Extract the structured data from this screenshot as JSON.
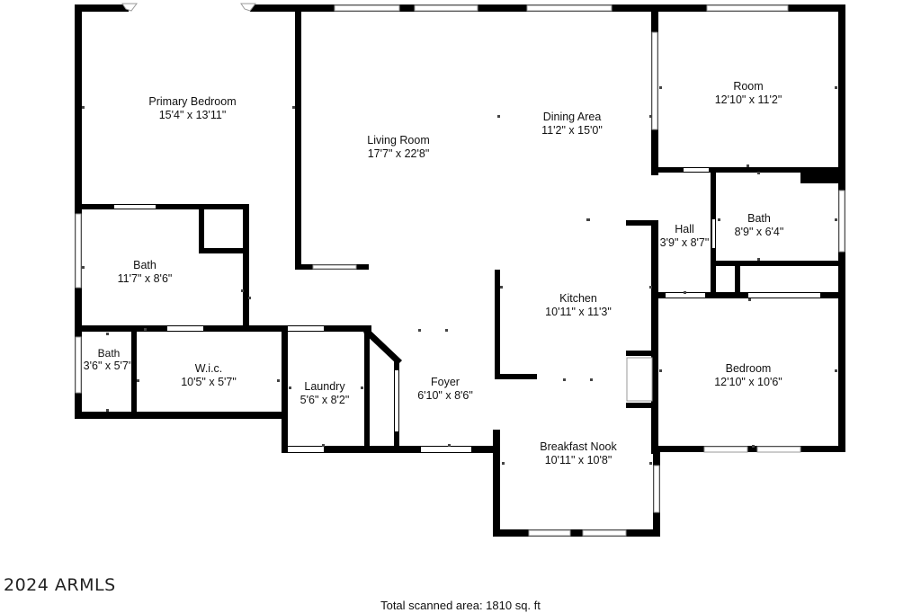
{
  "rooms": {
    "primary_bedroom": {
      "name": "Primary Bedroom",
      "dims": "15'4\" x 13'11\""
    },
    "living_room": {
      "name": "Living Room",
      "dims": "17'7\" x 22'8\""
    },
    "dining_area": {
      "name": "Dining Area",
      "dims": "11'2\" x 15'0\""
    },
    "room": {
      "name": "Room",
      "dims": "12'10\" x 11'2\""
    },
    "hall": {
      "name": "Hall",
      "dims": "3'9\" x 8'7\""
    },
    "bath_right": {
      "name": "Bath",
      "dims": "8'9\" x 6'4\""
    },
    "bath_main": {
      "name": "Bath",
      "dims": "11'7\" x 8'6\""
    },
    "kitchen": {
      "name": "Kitchen",
      "dims": "10'11\" x 11'3\""
    },
    "bath_small": {
      "name": "Bath",
      "dims": "3'6\" x 5'7\""
    },
    "wic": {
      "name": "W.i.c.",
      "dims": "10'5\" x 5'7\""
    },
    "laundry": {
      "name": "Laundry",
      "dims": "5'6\" x 8'2\""
    },
    "foyer": {
      "name": "Foyer",
      "dims": "6'10\" x 8'6\""
    },
    "bedroom": {
      "name": "Bedroom",
      "dims": "12'10\" x 10'6\""
    },
    "breakfast_nook": {
      "name": "Breakfast Nook",
      "dims": "10'11\" x 10'8\""
    }
  },
  "watermark": "2024 ARMLS",
  "footer": {
    "total_scanned_area": "Total scanned area: 1810 sq. ft"
  }
}
